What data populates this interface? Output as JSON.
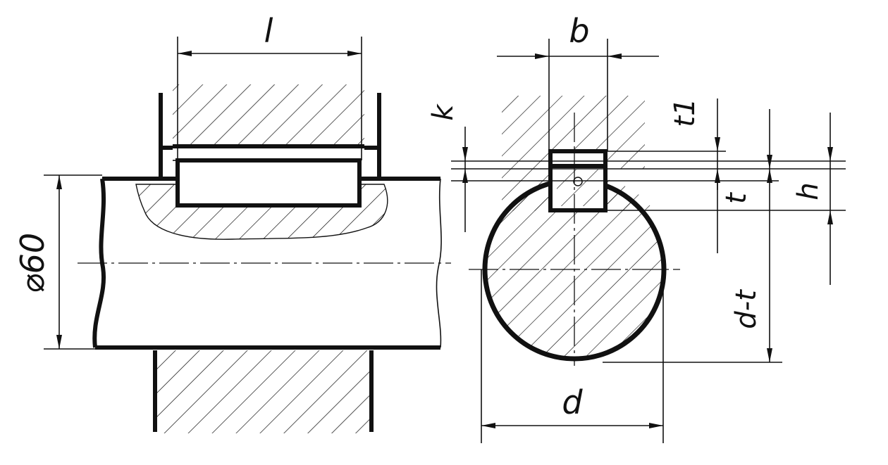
{
  "figure": {
    "labels": {
      "key_length": "l",
      "shaft_diameter_left": "⌀60",
      "key_width": "b",
      "hub_chamfer": "k",
      "hub_groove_depth": "t1",
      "shaft_groove_depth": "t",
      "key_height": "h",
      "shaft_remaining": "d-t",
      "shaft_diameter": "d"
    }
  }
}
